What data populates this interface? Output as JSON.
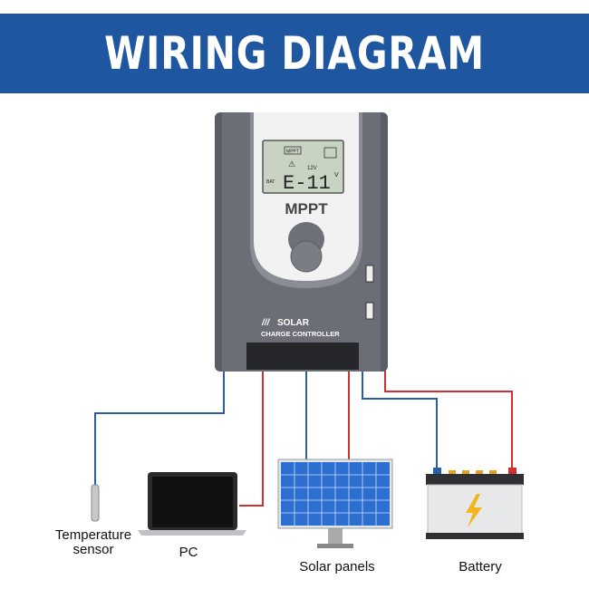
{
  "title": "WIRING DIAGRAM",
  "controller": {
    "lcd_mode": "MPPT",
    "lcd_voltage_label": "12V",
    "lcd_bat": "BAT",
    "lcd_reading": "E-11",
    "lcd_unit": "V",
    "model": "MPPT",
    "brand_line1": "SOLAR",
    "brand_line2": "CHARGE CONTROLLER"
  },
  "components": {
    "temperature_sensor_line1": "Temperature",
    "temperature_sensor_line2": "sensor",
    "pc": "PC",
    "solar_panels": "Solar panels",
    "battery": "Battery"
  },
  "colors": {
    "banner": "#1f56a0",
    "positive_wire": "#d32f2f",
    "negative_wire": "#2a5fa8"
  }
}
